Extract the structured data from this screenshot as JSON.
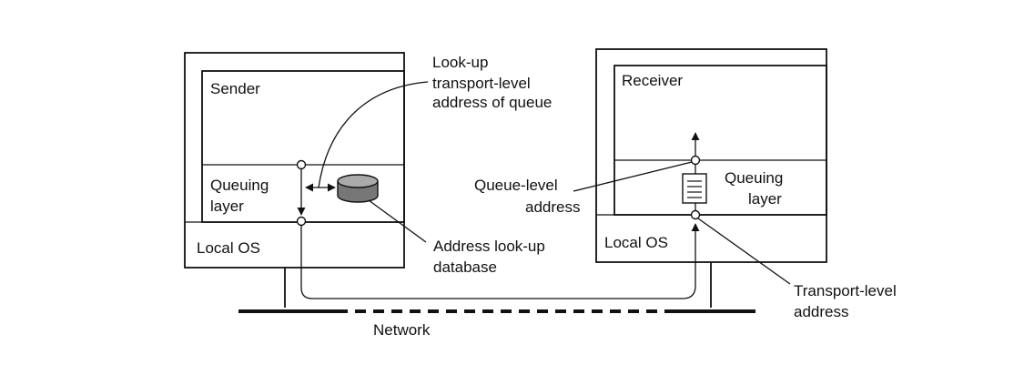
{
  "sender": {
    "app_label": "Sender",
    "queue_label_line1": "Queuing",
    "queue_label_line2": "layer",
    "os_label": "Local OS"
  },
  "receiver": {
    "app_label": "Receiver",
    "queue_label_line1": "Queuing",
    "queue_label_line2": "layer",
    "os_label": "Local OS"
  },
  "annotations": {
    "lookup_line1": "Look-up",
    "lookup_line2": "transport-level",
    "lookup_line3": "address of queue",
    "db_line1": "Address look-up",
    "db_line2": "database",
    "queue_addr_line1": "Queue-level",
    "queue_addr_line2": "address",
    "transport_addr_line1": "Transport-level",
    "transport_addr_line2": "address"
  },
  "network_label": "Network"
}
